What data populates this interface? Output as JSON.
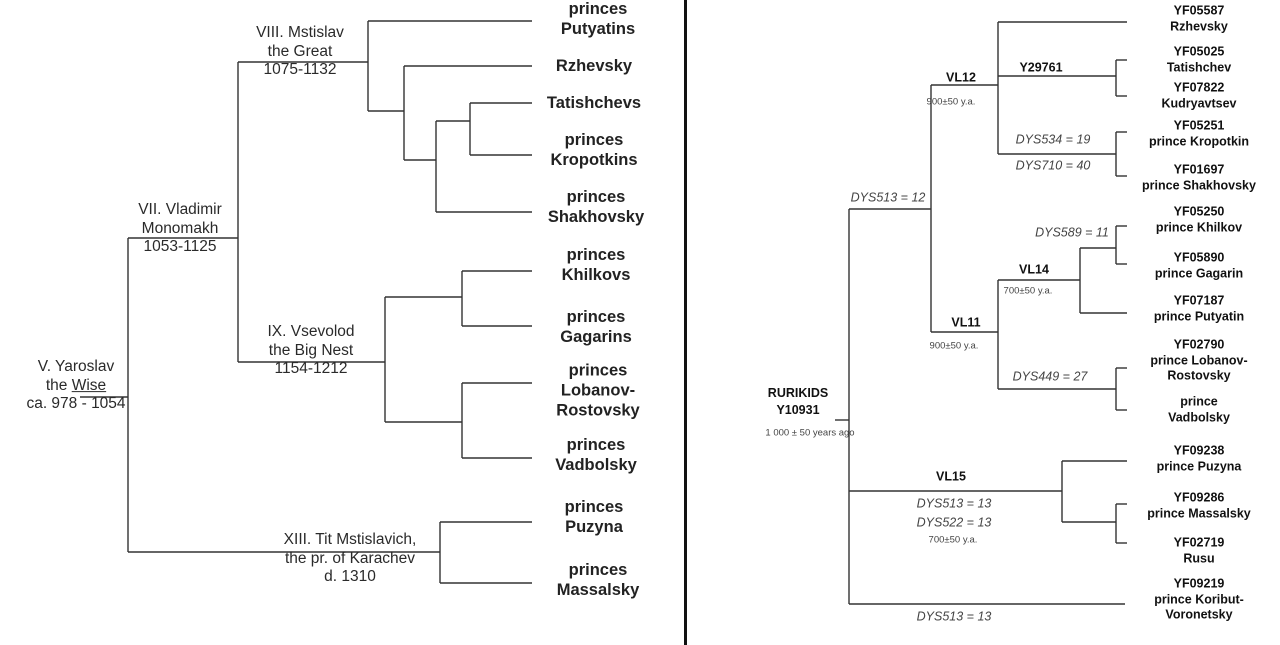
{
  "left_tree": {
    "yaroslav": {
      "line1": "V. Yaroslav",
      "line2a": "the ",
      "line2b": "Wise",
      "line3": "ca. 978 - 1054"
    },
    "vladimir": {
      "line1": "VII. Vladimir",
      "line2": "Monomakh",
      "line3": "1053-1125"
    },
    "mstislav": {
      "line1": "VIII. Mstislav",
      "line2": "the Great",
      "line3": "1075-1132"
    },
    "vsevolod": {
      "line1": "IX. Vsevolod",
      "line2": "the Big Nest",
      "line3": "1154-1212"
    },
    "tit": {
      "line1": "XIII. Tit Mstislavich,",
      "line2": "the pr. of Karachev",
      "line3": "d. 1310"
    },
    "leaves": [
      {
        "line1": "princes",
        "line2": "Putyatins"
      },
      {
        "line1": "Rzhevsky",
        "line2": ""
      },
      {
        "line1": "Tatishchevs",
        "line2": ""
      },
      {
        "line1": "princes",
        "line2": "Kropotkins"
      },
      {
        "line1": "princes",
        "line2": "Shakhovsky"
      },
      {
        "line1": "princes",
        "line2": "Khilkovs"
      },
      {
        "line1": "princes",
        "line2": "Gagarins"
      },
      {
        "line1": "princes",
        "line2": "Lobanov-",
        "line3": "Rostovsky"
      },
      {
        "line1": "princes",
        "line2": "Vadbolsky"
      },
      {
        "line1": "princes",
        "line2": "Puzyna"
      },
      {
        "line1": "princes",
        "line2": "Massalsky"
      }
    ]
  },
  "right_tree": {
    "root": {
      "line1": "RURIKIDS",
      "line2": "Y10931",
      "age": "1 000 ± 50 years ago"
    },
    "nodes": {
      "vl12": {
        "name": "VL12",
        "age": "900±50 y.a."
      },
      "y29761": {
        "name": "Y29761"
      },
      "vl11": {
        "name": "VL11",
        "age": "900±50 y.a."
      },
      "vl14": {
        "name": "VL14",
        "age": "700±50 y.a."
      },
      "vl15": {
        "name": "VL15",
        "age": "700±50 y.a."
      }
    },
    "dys": {
      "dys513_12": "DYS513 = 12",
      "dys534": "DYS534 = 19",
      "dys710": "DYS710 = 40",
      "dys589": "DYS589 = 11",
      "dys449": "DYS449 = 27",
      "dys513_13a": "DYS513 = 13",
      "dys522": "DYS522 = 13",
      "dys513_13b": "DYS513 = 13"
    },
    "leaves": [
      {
        "id": "YF05587",
        "name": "Rzhevsky"
      },
      {
        "id": "YF05025",
        "name": "Tatishchev"
      },
      {
        "id": "YF07822",
        "name": "Kudryavtsev"
      },
      {
        "id": "YF05251",
        "name": "prince Kropotkin"
      },
      {
        "id": "YF01697",
        "name": "prince Shakhovsky"
      },
      {
        "id": "YF05250",
        "name": "prince Khilkov"
      },
      {
        "id": "YF05890",
        "name": "prince Gagarin"
      },
      {
        "id": "YF07187",
        "name": "prince Putyatin"
      },
      {
        "id": "YF02790",
        "name": "prince Lobanov-",
        "name2": "Rostovsky"
      },
      {
        "id": "prince",
        "name": "Vadbolsky"
      },
      {
        "id": "YF09238",
        "name": "prince Puzyna"
      },
      {
        "id": "YF09286",
        "name": "prince Massalsky"
      },
      {
        "id": "YF02719",
        "name": "Rusu"
      },
      {
        "id": "YF09219",
        "name": "prince Koribut-",
        "name2": "Voronetsky"
      }
    ]
  }
}
